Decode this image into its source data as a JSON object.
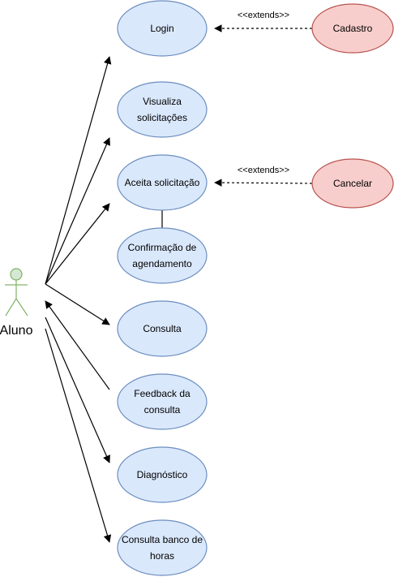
{
  "diagram": {
    "actor": {
      "name": "Aluno",
      "color": "#82b366",
      "fill": "#d5e8d4"
    },
    "use_cases": [
      {
        "id": "login",
        "lines": [
          "Login"
        ]
      },
      {
        "id": "visualiza",
        "lines": [
          "Visualiza",
          "solicitações"
        ]
      },
      {
        "id": "aceita",
        "lines": [
          "Aceita solicitação"
        ]
      },
      {
        "id": "confirmacao",
        "lines": [
          "Confirmação de",
          "agendamento"
        ]
      },
      {
        "id": "consulta",
        "lines": [
          "Consulta"
        ]
      },
      {
        "id": "feedback",
        "lines": [
          "Feedback da",
          "consulta"
        ]
      },
      {
        "id": "diagnostico",
        "lines": [
          "Diagnóstico"
        ]
      },
      {
        "id": "banco-horas",
        "lines": [
          "Consulta banco de",
          "horas"
        ]
      }
    ],
    "extensions": [
      {
        "id": "cadastro",
        "lines": [
          "Cadastro"
        ],
        "extends": "login",
        "stereotype": "<<extends>>"
      },
      {
        "id": "cancelar",
        "lines": [
          "Cancelar"
        ],
        "extends": "aceita",
        "stereotype": "<<extends>>"
      }
    ],
    "colors": {
      "use_case_fill": "#dae8fc",
      "use_case_stroke": "#6c8ebf",
      "extension_fill": "#f8cecc",
      "extension_stroke": "#b85450",
      "line": "#000000"
    }
  }
}
